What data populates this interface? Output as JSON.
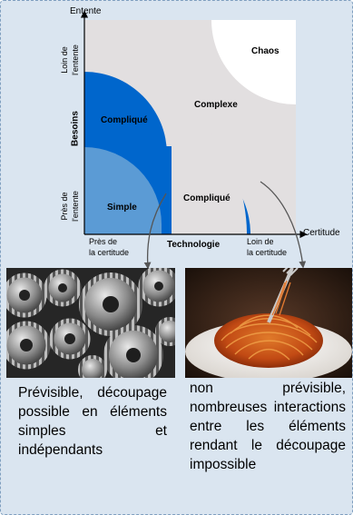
{
  "diagram": {
    "y_axis_top": "Entente",
    "y_axis_name": "Besoins",
    "y_top": "Loin de\nl'entente",
    "y_bottom": "Près de\nl'entente",
    "x_axis_right": "Certitude",
    "x_axis_name": "Technologie",
    "x_left": "Près de\nla certitude",
    "x_right": "Loin de\nla certitude",
    "zones": {
      "chaos": "Chaos",
      "complexe": "Complexe",
      "complique_top": "Compliqué",
      "simple": "Simple",
      "complique_bottom": "Compliqué"
    },
    "colors": {
      "background": "#e2dfe0",
      "chaos": "#ffffff",
      "complique": "#0066cc",
      "simple": "#5b9bd5",
      "panel": "#dae5f0"
    }
  },
  "left": {
    "image": "mechanical-gears-photo",
    "caption": "Prévisible, découpage possible en éléments simples et indépendants"
  },
  "right": {
    "image": "spaghetti-plate-photo",
    "caption": "non prévisible, nombreuses interactions entre les éléments rendant le découpage impossible"
  }
}
